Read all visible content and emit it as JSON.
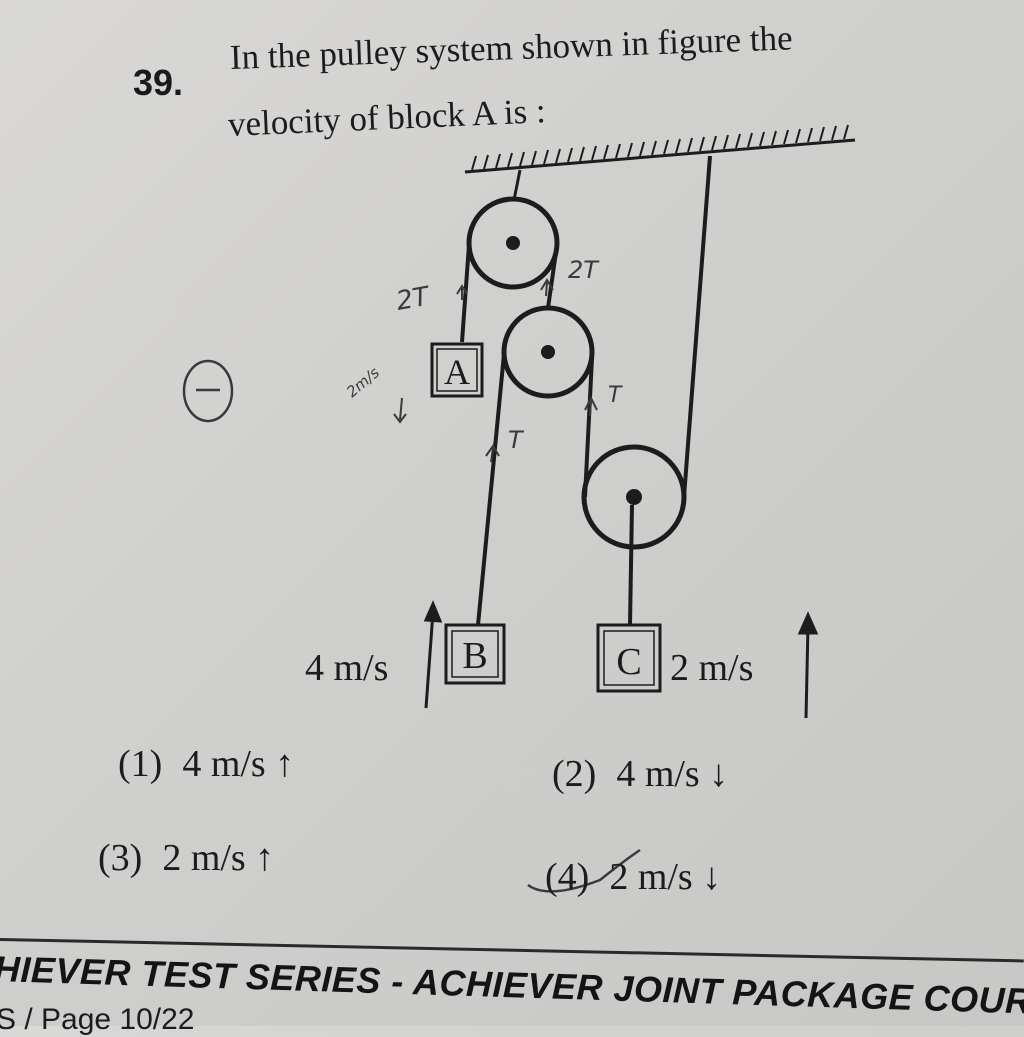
{
  "question": {
    "number": "39.",
    "line1": "In the pulley system shown in figure the",
    "line2": "velocity of block A is :"
  },
  "figure": {
    "block_a": "A",
    "block_b": "B",
    "block_c": "C",
    "velocity_b": "4 m/s",
    "velocity_c": "2 m/s"
  },
  "handwriting": {
    "t2_left": "2T",
    "t2_right": "2T",
    "t_mid_left": "T",
    "t_mid_right": "T",
    "velocity_note": "2m/s",
    "minus_mark": "−"
  },
  "options": [
    {
      "num": "(1)",
      "text": "4 m/s ↑"
    },
    {
      "num": "(2)",
      "text": "4 m/s ↓"
    },
    {
      "num": "(3)",
      "text": "2 m/s ↑"
    },
    {
      "num": "(4)",
      "text": "2 m/s ↓"
    }
  ],
  "footer": {
    "title": "HIEVER TEST SERIES - ACHIEVER JOINT PACKAGE COURSE",
    "partial": "S / Page 10/22"
  }
}
